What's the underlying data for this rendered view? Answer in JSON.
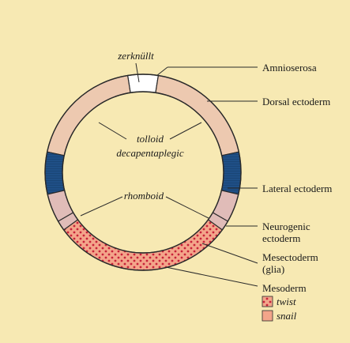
{
  "colors": {
    "background": "#f7e9b3",
    "dorsal_ectoderm": "#edc9b0",
    "amnioserosa": "#ffffff",
    "lateral_ectoderm": "#1f4f86",
    "neurogenic_ectoderm": "#e0bcb8",
    "mesoderm": "#f3a58a",
    "twist_dots": "#c8233a",
    "outline": "#2a2a2a"
  },
  "genes": {
    "zerknullt": "zerknüllt",
    "tolloid": "tolloid",
    "dpp": "decapentaplegic",
    "rhomboid": "rhomboid"
  },
  "tissues": {
    "amnioserosa": "Amnioserosa",
    "dorsal_ectoderm": "Dorsal ectoderm",
    "lateral_ectoderm": "Lateral ectoderm",
    "neurogenic_ectoderm_1": "Neurogenic",
    "neurogenic_ectoderm_2": "ectoderm",
    "mesectoderm_1": "Mesectoderm",
    "mesectoderm_2": "(glia)",
    "mesoderm": "Mesoderm"
  },
  "legend": {
    "twist": "twist",
    "snail": "snail"
  }
}
